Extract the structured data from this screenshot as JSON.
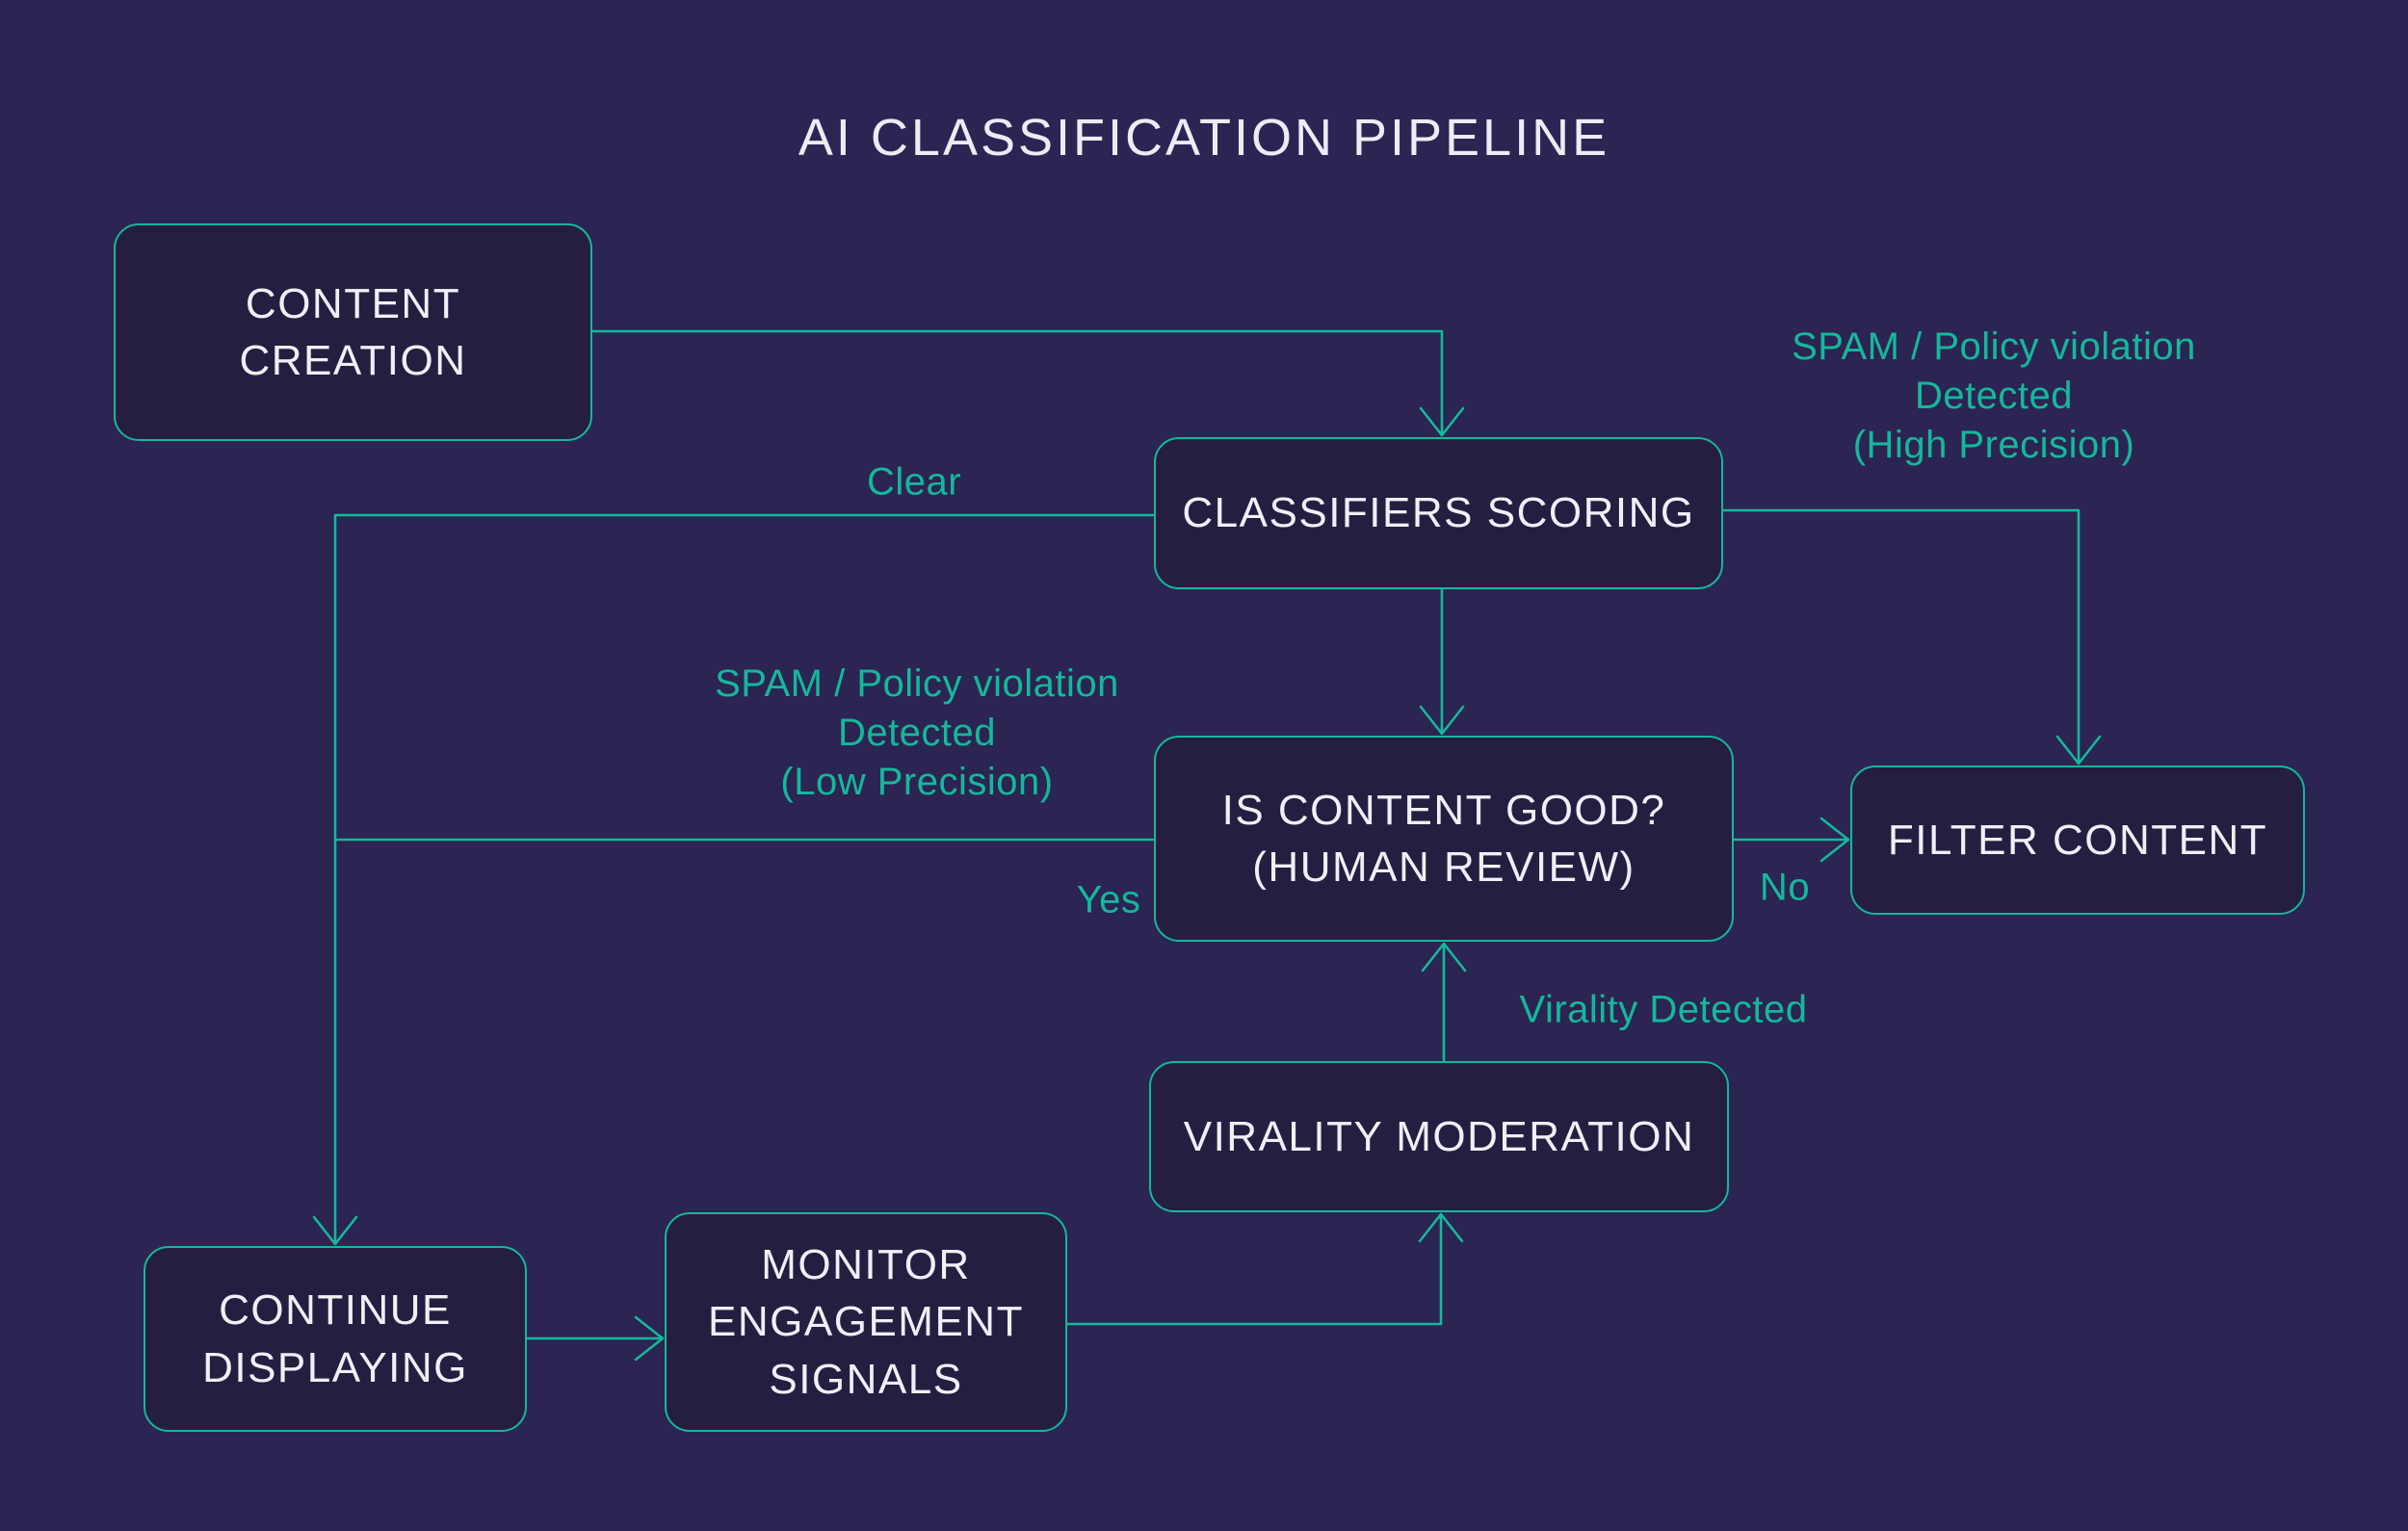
{
  "title": "AI CLASSIFICATION PIPELINE",
  "colors": {
    "background": "#2C2452",
    "node_fill": "#251E41",
    "accent_teal": "#14B89C",
    "text": "#F1EFF6"
  },
  "nodes": {
    "content_creation": {
      "label": "CONTENT\nCREATION"
    },
    "classifiers_scoring": {
      "label": "CLASSIFIERS SCORING"
    },
    "human_review": {
      "label": "IS CONTENT GOOD?\n(HUMAN REVIEW)"
    },
    "filter_content": {
      "label": "FILTER CONTENT"
    },
    "virality_moderation": {
      "label": "VIRALITY MODERATION"
    },
    "continue_displaying": {
      "label": "CONTINUE\nDISPLAYING"
    },
    "monitor_engagement": {
      "label": "MONITOR\nENGAGEMENT\nSIGNALS"
    }
  },
  "edge_labels": {
    "clear": "Clear",
    "spam_high_precision": "SPAM / Policy violation\nDetected\n(High Precision)",
    "spam_low_precision": "SPAM / Policy violation\nDetected\n(Low Precision)",
    "yes": "Yes",
    "no": "No",
    "virality_detected": "Virality Detected"
  }
}
